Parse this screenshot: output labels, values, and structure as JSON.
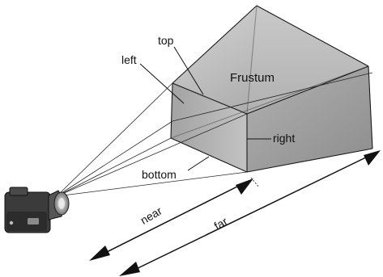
{
  "labels": {
    "frustum": "Frustum",
    "top": "top",
    "left": "left",
    "right": "right",
    "bottom": "bottom",
    "near": "near",
    "far": "far"
  },
  "colors": {
    "ink": "#111111",
    "far_plane_fill": "#a9a9a9",
    "top_face_fill": "#c4c4c4",
    "side_face_fill": "#8f8f8f",
    "near_plane_fill": "#b3b3b3"
  }
}
